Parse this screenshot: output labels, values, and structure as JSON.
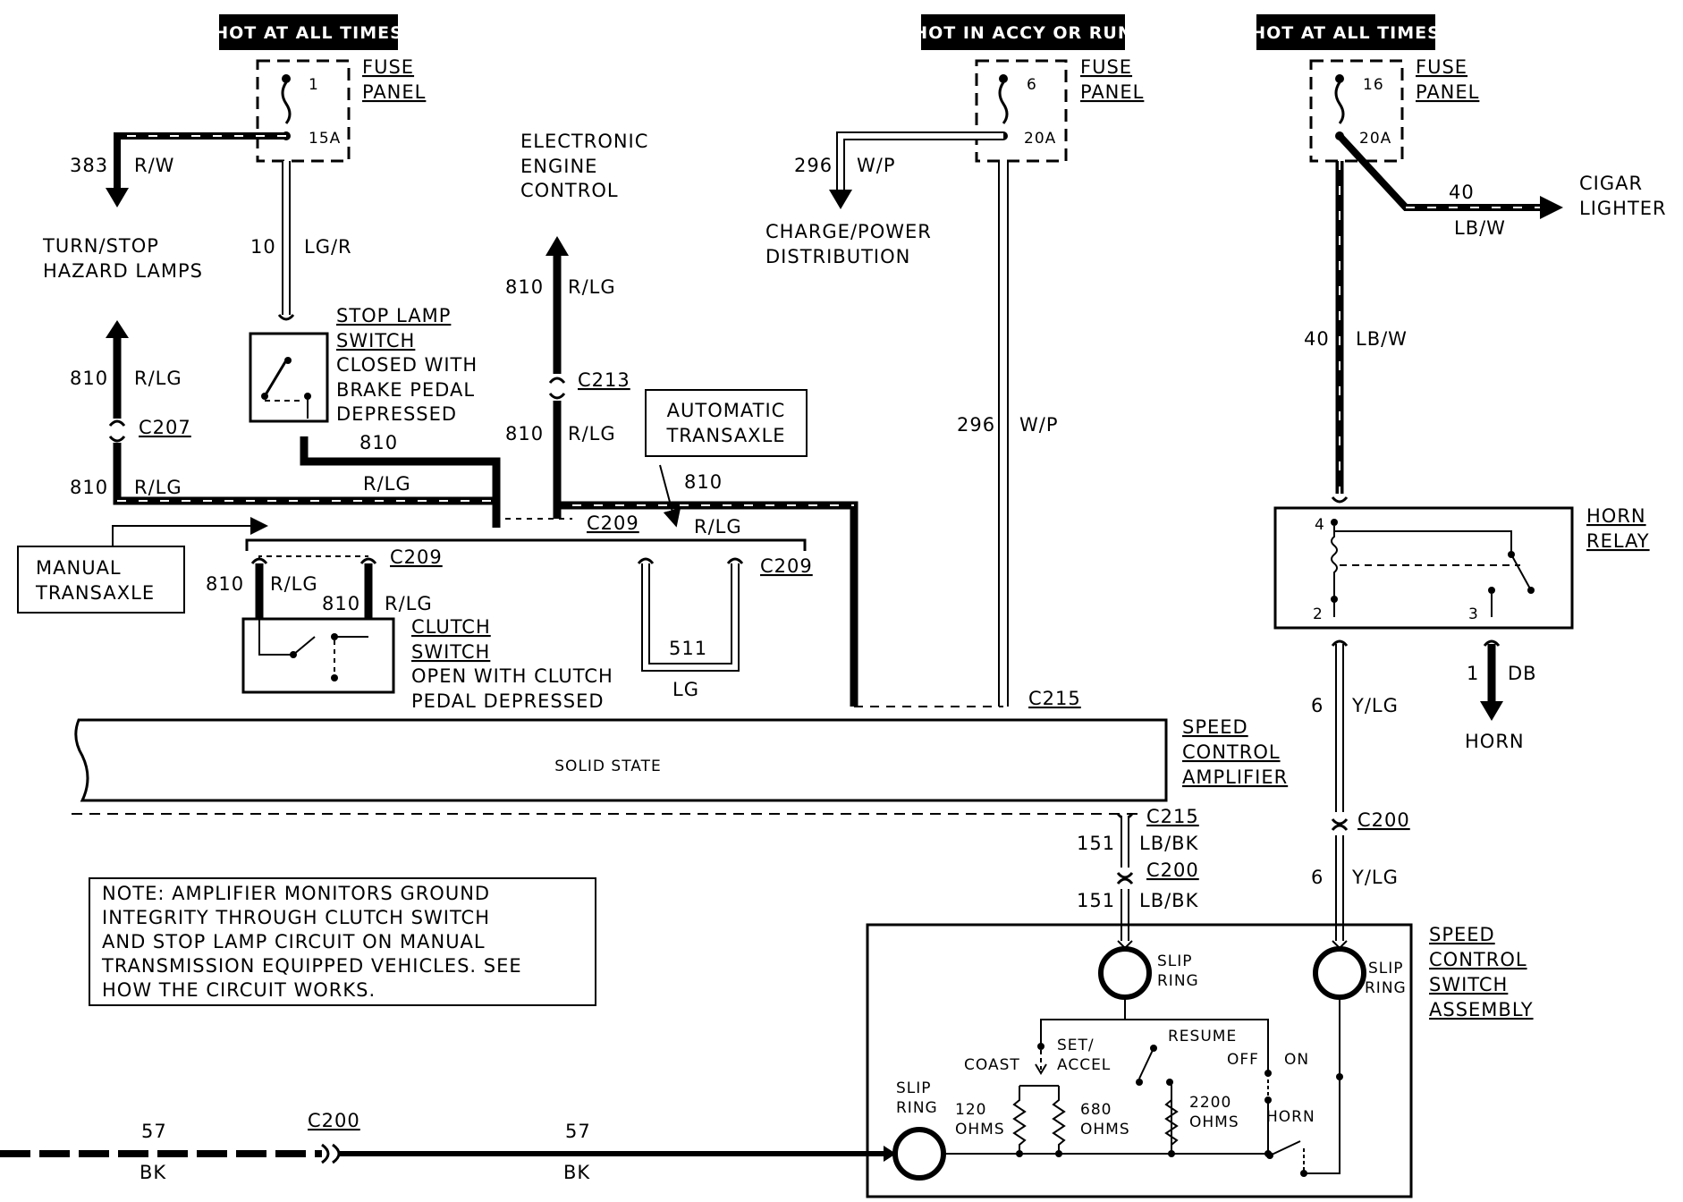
{
  "supply": {
    "left": "HOT AT ALL TIMES",
    "middle": "HOT IN ACCY OR RUN",
    "right": "HOT AT ALL TIMES"
  },
  "fuse_left": {
    "name_1": "FUSE",
    "name_2": "PANEL",
    "num": "1",
    "rating": "15A"
  },
  "fuse_mid": {
    "name_1": "FUSE",
    "name_2": "PANEL",
    "num": "6",
    "rating": "20A"
  },
  "fuse_right": {
    "name_1": "FUSE",
    "name_2": "PANEL",
    "num": "16",
    "rating": "20A"
  },
  "circuits": {
    "c383_num": "383",
    "c383_color": "R/W",
    "turn_1": "TURN/STOP",
    "turn_2": "HAZARD LAMPS",
    "c10_num": "10",
    "c10_color": "LG/R",
    "eec_1": "ELECTRONIC",
    "eec_2": "ENGINE",
    "eec_3": "CONTROL",
    "c296_top_num": "296",
    "c296_top_color": "W/P",
    "charge_1": "CHARGE/POWER",
    "charge_2": "DISTRIBUTION",
    "c296_num": "296",
    "c296_color": "W/P",
    "c40_num": "40",
    "c40_color": "LB/W",
    "cigar_1": "CIGAR",
    "cigar_2": "LIGHTER",
    "c40v_num": "40",
    "c40v_color": "LB/W",
    "c810_a_num": "810",
    "c810_a_color": "R/LG",
    "c810_b_num": "810",
    "c810_b_color": "R/LG",
    "c810_c_num": "810",
    "c810_c_color": "R/LG",
    "c810_d_num": "810",
    "c810_d_color": "R/LG",
    "c810_e_num": "810",
    "c810_e_color": "R/LG",
    "c810_f_num": "810",
    "c810_f_color": "R/LG",
    "c810_g_num": "810",
    "c810_g_color": "R/LG",
    "c810_h_num": "810",
    "c810_h_color": "R/LG",
    "c511_num": "511",
    "c511_color": "LG",
    "c6a_num": "6",
    "c6a_color": "Y/LG",
    "c6b_num": "6",
    "c6b_color": "Y/LG",
    "c1_num": "1",
    "c1_color": "DB",
    "horn": "HORN",
    "c151a_num": "151",
    "c151a_color": "LB/BK",
    "c151b_num": "151",
    "c151b_color": "LB/BK",
    "c57a_num": "57",
    "c57a_color": "BK",
    "c57b_num": "57",
    "c57b_color": "BK"
  },
  "connectors": {
    "c207": "C207",
    "c213": "C213",
    "c209_a": "C209",
    "c209_b": "C209",
    "c209_c": "C209",
    "c215_a": "C215",
    "c215_b": "C215",
    "c200_a": "C200",
    "c200_b": "C200",
    "c200_c": "C200"
  },
  "components": {
    "stop_1": "STOP LAMP",
    "stop_2": "SWITCH",
    "stop_3": "CLOSED WITH",
    "stop_4": "BRAKE PEDAL",
    "stop_5": "DEPRESSED",
    "auto_1": "AUTOMATIC",
    "auto_2": "TRANSAXLE",
    "manual_1": "MANUAL",
    "manual_2": "TRANSAXLE",
    "clutch_1": "CLUTCH",
    "clutch_2": "SWITCH",
    "clutch_3": "OPEN WITH CLUTCH",
    "clutch_4": "PEDAL DEPRESSED",
    "amp_body": "SOLID STATE",
    "amp_1": "SPEED",
    "amp_2": "CONTROL",
    "amp_3": "AMPLIFIER",
    "horn_relay_1": "HORN",
    "horn_relay_2": "RELAY",
    "relay_pin4": "4",
    "relay_pin2": "2",
    "relay_pin3": "3",
    "sw_1": "SPEED",
    "sw_2": "CONTROL",
    "sw_3": "SWITCH",
    "sw_4": "ASSEMBLY"
  },
  "switch_assembly": {
    "slip_ring_1a": "SLIP",
    "slip_ring_1b": "RING",
    "slip_ring_2a": "SLIP",
    "slip_ring_2b": "RING",
    "slip_ring_3a": "SLIP",
    "slip_ring_3b": "RING",
    "resume": "RESUME",
    "set_1": "SET/",
    "set_2": "ACCEL",
    "coast": "COAST",
    "off": "OFF",
    "on": "ON",
    "r120_1": "120",
    "r120_2": "OHMS",
    "r680_1": "680",
    "r680_2": "OHMS",
    "r2200_1": "2200",
    "r2200_2": "OHMS",
    "horn": "HORN"
  },
  "note": {
    "line1": "NOTE: AMPLIFIER MONITORS GROUND",
    "line2": "INTEGRITY THROUGH CLUTCH SWITCH",
    "line3": "AND STOP LAMP CIRCUIT ON MANUAL",
    "line4": "TRANSMISSION EQUIPPED VEHICLES. SEE",
    "line5": "HOW THE CIRCUIT WORKS."
  }
}
